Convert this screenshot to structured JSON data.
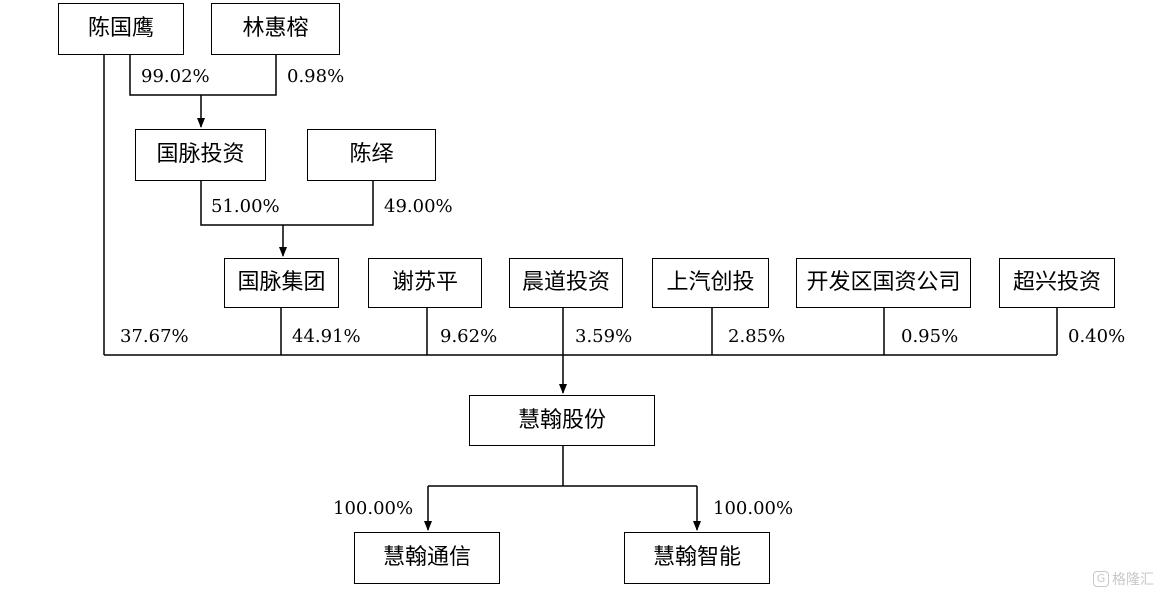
{
  "entities": {
    "chen_guoying": "陈国鹰",
    "lin_huirong": "林惠榕",
    "guomai_investment": "国脉投资",
    "chen_yi": "陈绎",
    "guomai_group": "国脉集团",
    "xie_suping": "谢苏平",
    "chendao_investment": "晨道投资",
    "saic_venture": "上汽创投",
    "dev_zone_state_capital": "开发区国资公司",
    "chaoxing_investment": "超兴投资",
    "huihan_shares": "慧翰股份",
    "huihan_telecom": "慧翰通信",
    "huihan_intelligence": "慧翰智能"
  },
  "percentages": {
    "chen_guoying_to_guomai_investment": "99.02%",
    "lin_huirong_to_guomai_investment": "0.98%",
    "guomai_investment_to_guomai_group": "51.00%",
    "chen_yi_to_guomai_group": "49.00%",
    "chen_guoying_to_huihan": "37.67%",
    "guomai_group_to_huihan": "44.91%",
    "xie_suping_to_huihan": "9.62%",
    "chendao_to_huihan": "3.59%",
    "saic_to_huihan": "2.85%",
    "dev_zone_to_huihan": "0.95%",
    "chaoxing_to_huihan": "0.40%",
    "huihan_to_telecom": "100.00%",
    "huihan_to_intelligence": "100.00%"
  },
  "watermark": {
    "badge": "G",
    "text": "格隆汇"
  },
  "colors": {
    "line": "#000000",
    "box_border": "#000000",
    "watermark": "#c8c8c8"
  }
}
